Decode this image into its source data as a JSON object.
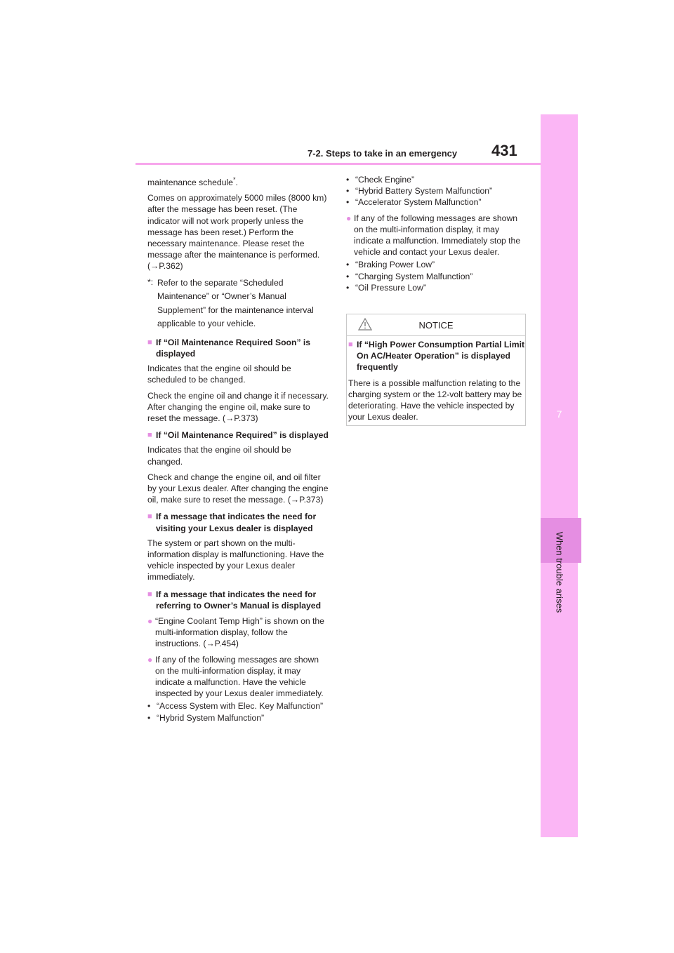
{
  "header": {
    "section": "7-2. Steps to take in an emergency",
    "page_number": "431"
  },
  "sidebar": {
    "chapter_number": "7",
    "chapter_title": "When trouble arises"
  },
  "left": {
    "p1_pre": "maintenance schedule",
    "p1_sup": "*",
    "p1_post": ".",
    "p2": "Comes on approximately 5000 miles (8000 km) after the message has been reset. (The indicator will not work properly unless the message has been reset.) Perform the necessary maintenance. Please reset the message after the maintenance is performed. (→P.362)",
    "fn_mark": "*:",
    "fn_text": "Refer to the separate “Scheduled Maintenance” or “Owner’s Manual Supplement” for the maintenance interval applicable to your vehicle.",
    "h1": "If “Oil Maintenance Required Soon” is displayed",
    "h1_p1": "Indicates that the engine oil should be scheduled to be changed.",
    "h1_p2": "Check the engine oil and change it if necessary. After changing the engine oil, make sure to reset the message. (→P.373)",
    "h2": "If “Oil Maintenance Required” is displayed",
    "h2_p1": "Indicates that the engine oil should be changed.",
    "h2_p2": "Check and change the engine oil, and oil filter by your Lexus dealer. After changing the engine oil, make sure to reset the message. (→P.373)",
    "h3": "If a message that indicates the need for visiting your Lexus dealer is displayed",
    "h3_p1": "The system or part shown on the multi-information display is malfunctioning. Have the vehicle inspected by your Lexus dealer immediately.",
    "h4": "If a message that indicates the need for referring to Owner’s Manual is displayed",
    "b1": "“Engine Coolant Temp High” is shown on the multi-information display, follow the instructions. (→P.454)",
    "b2": "If any of the following messages are shown on the multi-information display, it may indicate a malfunction. Have the vehicle inspected by your Lexus dealer immediately.",
    "b2_items": [
      "“Access System with Elec. Key Malfunction”",
      "“Hybrid System Malfunction”"
    ]
  },
  "right": {
    "items_top": [
      "“Check Engine”",
      "“Hybrid Battery System Malfunction”",
      "“Accelerator System Malfunction”"
    ],
    "b3": "If any of the following messages are shown on the multi-information display, it may indicate a malfunction. Immediately stop the vehicle and contact your Lexus dealer.",
    "b3_items": [
      "“Braking Power Low”",
      "“Charging System Malfunction”",
      "“Oil Pressure Low”"
    ]
  },
  "notice": {
    "title": "NOTICE",
    "heading": "If “High Power Consumption Partial Limit On AC/Heater Operation” is displayed frequently",
    "body": "There is a possible malfunction relating to the charging system or the 12-volt battery may be deteriorating. Have the vehicle inspected by your Lexus dealer."
  },
  "icons": {
    "heading_marker": "■",
    "bullet_marker": "●",
    "dash_marker": "•",
    "warning": "warning-triangle"
  },
  "colors": {
    "accent": "#e58ee2",
    "sidebar": "#fbb6f5",
    "rule": "#f7a6ec"
  }
}
